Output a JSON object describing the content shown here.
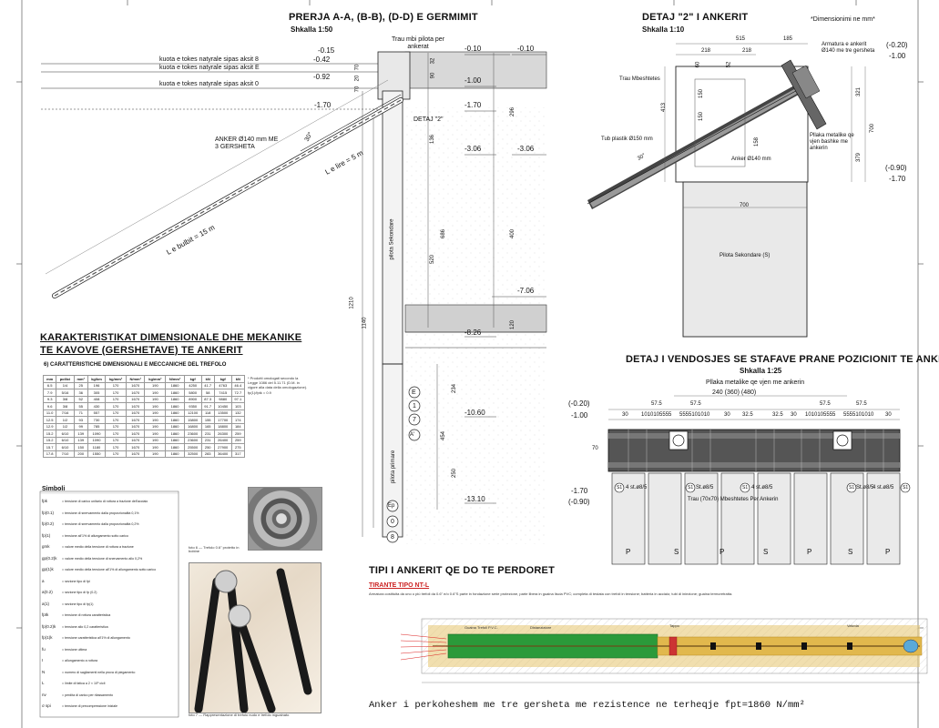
{
  "section_aa": {
    "title": "PRERJA A-A, (B-B), (D-D) E GERMIMIT",
    "scale": "Shkalla 1:50",
    "ground_labels": [
      "kuota e tokes natyrale sipas aksit 8",
      "kuota e tokes natyrale sipas aksit E",
      "kuota e tokes natyrale sipas aksit 0"
    ],
    "levels_left": [
      "-0.15",
      "-0.42",
      "-0.92",
      "-1.70"
    ],
    "levels_right": [
      "-0.10",
      "-0.10",
      "-1.00",
      "-1.70",
      "-3.06",
      "-3.06",
      "-7.06",
      "-8.26",
      "-10.60",
      "-13.10"
    ],
    "beam_label": "Trau mbi pilota per ankerat",
    "anchor_label": "ANKER Ø140 mm ME 3 GERSHETA",
    "detail_ref": "DETAJ \"2\"",
    "angle": "30°",
    "free_length": "L e lire = 5 m",
    "bulb_length": "L e bulbit = 15 m",
    "secondary_pile": "pilota Sekondare",
    "primary_pile": "pilota primare",
    "dims_vertical": [
      "32",
      "70",
      "20",
      "70",
      "90",
      "136",
      "296",
      "686",
      "520",
      "400",
      "120",
      "234",
      "454",
      "250",
      "1210",
      "1140"
    ],
    "axis_bubbles": [
      "E",
      "1",
      "7",
      "A'",
      "Ep",
      "0",
      "8"
    ]
  },
  "detail_2": {
    "title": "DETAJ \"2\" I ANKERIT",
    "scale": "Shkalla 1:10",
    "note": "*Dimensionimi ne mm*",
    "dims_top": [
      "515",
      "185",
      "218",
      "218"
    ],
    "dims_side": [
      "413",
      "321",
      "700",
      "379",
      "150",
      "150",
      "158",
      "60",
      "52"
    ],
    "labels": [
      "Armatura e ankerit Ø140 me tre gersheta",
      "Trau Mbeshtetes",
      "Tub plastik Ø150 mm",
      "Pllaka metalike qe vjen bashke me ankerin",
      "Anker Ø140 mm",
      "Pilota Sekondare (S)"
    ],
    "levels": [
      "(-0.20)",
      "-1.00",
      "(-0.90)",
      "-1.70"
    ],
    "width_700": "700",
    "angle": "30°"
  },
  "spec_table": {
    "title": "KARAKTERISTIKAT DIMENSIONALE DHE MEKANIKE TE KAVOVE (GERSHETAVE) TE ANKERIT",
    "subtitle": "6)   CARATTERISTICHE DIMENSIONALI E MECCANICHE DEL TREFOLO",
    "header": [
      "mm",
      "pollici",
      "mm²",
      "kg/km",
      "kg/mm²",
      "N/mm²",
      "kg/mm²",
      "N/mm²",
      "kgf",
      "kN",
      "kgf",
      "kN"
    ],
    "rows": [
      [
        "6.5",
        "1/4",
        "25",
        "196",
        "170",
        "1670",
        "190",
        "1860",
        "4250",
        "41.7",
        "4763",
        "46.4"
      ],
      [
        "7.9",
        "5/16",
        "36",
        "305",
        "170",
        "1670",
        "190",
        "1860",
        "5800",
        "58",
        "7415",
        "72.7"
      ],
      [
        "9.3",
        "3/8",
        "52",
        "408",
        "170",
        "1670",
        "190",
        "1860",
        "8900",
        "87.3",
        "9880",
        "97.1"
      ],
      [
        "9.6",
        "3/8",
        "55",
        "430",
        "170",
        "1670",
        "190",
        "1860",
        "9350",
        "91.7",
        "10450",
        "103"
      ],
      [
        "11.0",
        "7/16",
        "71",
        "557",
        "170",
        "1670",
        "190",
        "1860",
        "12100",
        "118",
        "13500",
        "132"
      ],
      [
        "12.5",
        "1/2",
        "93",
        "730",
        "170",
        "1670",
        "190",
        "1860",
        "15800",
        "155",
        "17700",
        "174"
      ],
      [
        "12.9",
        "1/2",
        "99",
        "785",
        "170",
        "1670",
        "190",
        "1860",
        "16800",
        "165",
        "18800",
        "184"
      ],
      [
        "15.2",
        "6/10",
        "139",
        "1090",
        "170",
        "1670",
        "190",
        "1860",
        "23600",
        "231",
        "26300",
        "259"
      ],
      [
        "15.2",
        "6/10",
        "139",
        "1090",
        "170",
        "1670",
        "190",
        "1860",
        "23600",
        "231",
        "26400",
        "259"
      ],
      [
        "15.7",
        "6/10",
        "150",
        "1180",
        "170",
        "1670",
        "190",
        "1860",
        "25500",
        "250",
        "27900",
        "275"
      ],
      [
        "17.8",
        "7/10",
        "200",
        "1550",
        "170",
        "1670",
        "190",
        "1860",
        "32500",
        "283",
        "36400",
        "317"
      ]
    ],
    "simboli": "Simboli",
    "symbols": [
      "fpk",
      "fp(0.1)",
      "fp(0.2)",
      "fp(1)",
      "gmk",
      "gp(0.2)k",
      "gp(1)k",
      "a",
      "a(0.2)",
      "a(1)",
      "fptk",
      "fp(0.2)k",
      "fp(1)k",
      "fu",
      "I",
      "N",
      "L",
      "nv",
      "σ spi"
    ],
    "symbol_notes": [
      "= tensione di carico unitario di rottura a trazione dell'acciaio",
      "= tensione di snervamento dalla proporzionalità 0,1%",
      "= tensione di snervamento dalla proporzionalità 0,2%",
      "= tensione all'1% di allungamento sotto carico",
      "= valore medio della tensione di rottura a trazione",
      "= valore medio della tensione di snervamento allo 0,2%",
      "= valore medio della tensione all'1% di allungamento sotto carico",
      "= sezione tipo di fpi",
      "= sezione tipo di fp (0.2)",
      "= sezione tipo di fp(1)",
      "= tensione di rottura caratteristica",
      "= tensione allo 0,2 caratteristica",
      "= tensione caratteristica all'1% di allungamento",
      "= tensione ultima",
      "= allungamento a rottura",
      "= numero di sagliamenti nella prova di piegamento",
      "= limite di fatica a 2 × 10⁶ cicli",
      "= perdita di carico per rilassamento",
      "= tensione di precompressione iniziale"
    ]
  },
  "detail_stirrups": {
    "title": "DETAJ I VENDOSJES SE STAFAVE PRANE POZICIONIT TE ANKERIT",
    "scale": "Shkalla 1:25",
    "plate_label": "Pllaka metalike qe vjen me ankerin",
    "dims_top": [
      "240 (360) (480)",
      "57.5",
      "57.5",
      "57.5",
      "57.5"
    ],
    "dims_row": [
      "30",
      "1010105555",
      "5555101010",
      "30",
      "32.5",
      "32.5",
      "30",
      "1010105555",
      "5555101010",
      "30"
    ],
    "stirrup_labels": [
      "4 st.ø8/5",
      "St.ø8/5",
      "4 st.ø8/5",
      "St.ø8/5",
      "4 st.ø8/5"
    ],
    "beam_label": "Trau (70x70) Mbeshtetes Per Ankerin",
    "pile_labels": [
      "P",
      "S",
      "P",
      "S",
      "P",
      "S",
      "P"
    ],
    "levels": [
      "(-0.20)",
      "-1.00",
      "-1.70",
      "(-0.90)"
    ],
    "height": "70",
    "circle_label": "S1"
  },
  "anchor_type": {
    "title": "TIPI I ANKERIT QE DO TE PERDORET",
    "subtitle": "TIRANTE TIPO NT-L",
    "description": "Armatura costituita da uno o più trefoli da 0.6\" e/o 0.6\"S parte in fondazione serie protezione, parte libera in guaina liscia PVC; completa di testata con trefoli in tensione; batteria in acciaio; tubi di iniezione; guaina termoretratta.",
    "callouts": [
      "Guaina Trefoli P.V.C.",
      "Distanziatore",
      "Tappo",
      "Valvola"
    ],
    "bottom_note": "Anker i perkoheshem me tre gersheta me rezistence ne terheqje fpt=1860 N/mm²"
  },
  "photos": {
    "photo_caption_1": "foto 6 — Trefolo 0.6\" protetto in bobine",
    "photo_caption_2": "foto 7 — Rappresentazione di trefolo nudo e trefolo inguainato"
  }
}
